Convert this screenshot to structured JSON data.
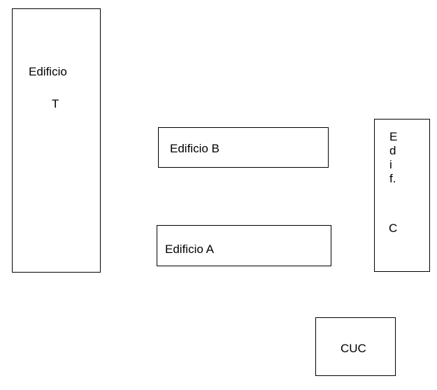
{
  "buildings": {
    "t": {
      "line1": "Edificio",
      "line2": "T"
    },
    "b": {
      "label": "Edificio B"
    },
    "a": {
      "label": "Edificio A"
    },
    "c": {
      "vertical_letters": [
        "E",
        "d",
        "i",
        "f."
      ],
      "line2": "C"
    },
    "cuc": {
      "label": "CUC"
    }
  }
}
